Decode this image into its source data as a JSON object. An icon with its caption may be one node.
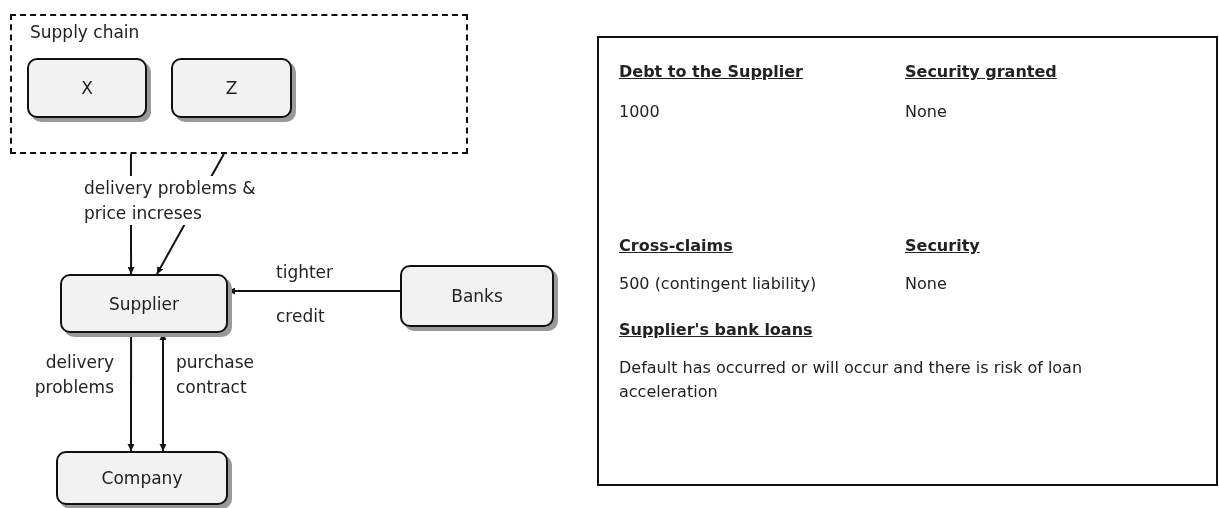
{
  "diagram": {
    "nodes": [
      {
        "text": [
          "Supply chain"
        ]
      },
      {
        "text": [
          "X"
        ],
        "in": 0
      },
      {
        "text": [
          "Z"
        ],
        "in": 0
      },
      {
        "text": [
          "Supplier"
        ]
      },
      {
        "text": [
          "Banks"
        ]
      },
      {
        "text": [
          "Company"
        ]
      },
      {
        "text": [
          "Debt to the Supplier",
          "Security granted",
          "1000",
          "None",
          "Cross-claims",
          "Security",
          "500 (contingent liability)",
          "None",
          "Supplier's bank loans",
          "Default has occurred or will occur and there is risk of loan acceleration"
        ]
      }
    ],
    "edges": [
      {
        "from": 0,
        "to": 3,
        "arrow": "to",
        "label": "delivery problems & price increses"
      },
      {
        "from": 0,
        "to": 3,
        "arrow": "to"
      },
      {
        "from": 4,
        "to": 3,
        "arrow": "to",
        "label": "tighter credit"
      },
      {
        "from": 3,
        "to": 5,
        "arrow": "to",
        "label": "delivery problems"
      },
      {
        "from": 3,
        "to": 5,
        "arrow": "both",
        "label": "purchase contract"
      }
    ]
  }
}
